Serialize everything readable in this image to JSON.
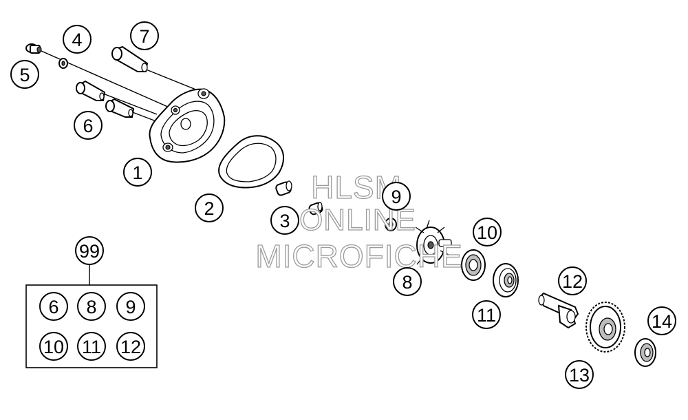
{
  "callouts": [
    {
      "id": "1",
      "label": "1"
    },
    {
      "id": "2",
      "label": "2"
    },
    {
      "id": "3",
      "label": "3"
    },
    {
      "id": "4",
      "label": "4"
    },
    {
      "id": "5",
      "label": "5"
    },
    {
      "id": "6",
      "label": "6"
    },
    {
      "id": "7",
      "label": "7"
    },
    {
      "id": "8",
      "label": "8"
    },
    {
      "id": "9",
      "label": "9"
    },
    {
      "id": "10",
      "label": "10"
    },
    {
      "id": "11a",
      "label": "11"
    },
    {
      "id": "11b",
      "label": "11"
    },
    {
      "id": "12",
      "label": "12"
    },
    {
      "id": "13",
      "label": "13"
    },
    {
      "id": "14",
      "label": "14"
    },
    {
      "id": "99",
      "label": "99"
    }
  ],
  "kit": {
    "label": "99",
    "contents": [
      "6",
      "8",
      "9",
      "10",
      "11",
      "12"
    ]
  },
  "watermark": {
    "line1": "HLSM",
    "line2": "ONLINE",
    "line3": "MICROFICHE"
  }
}
